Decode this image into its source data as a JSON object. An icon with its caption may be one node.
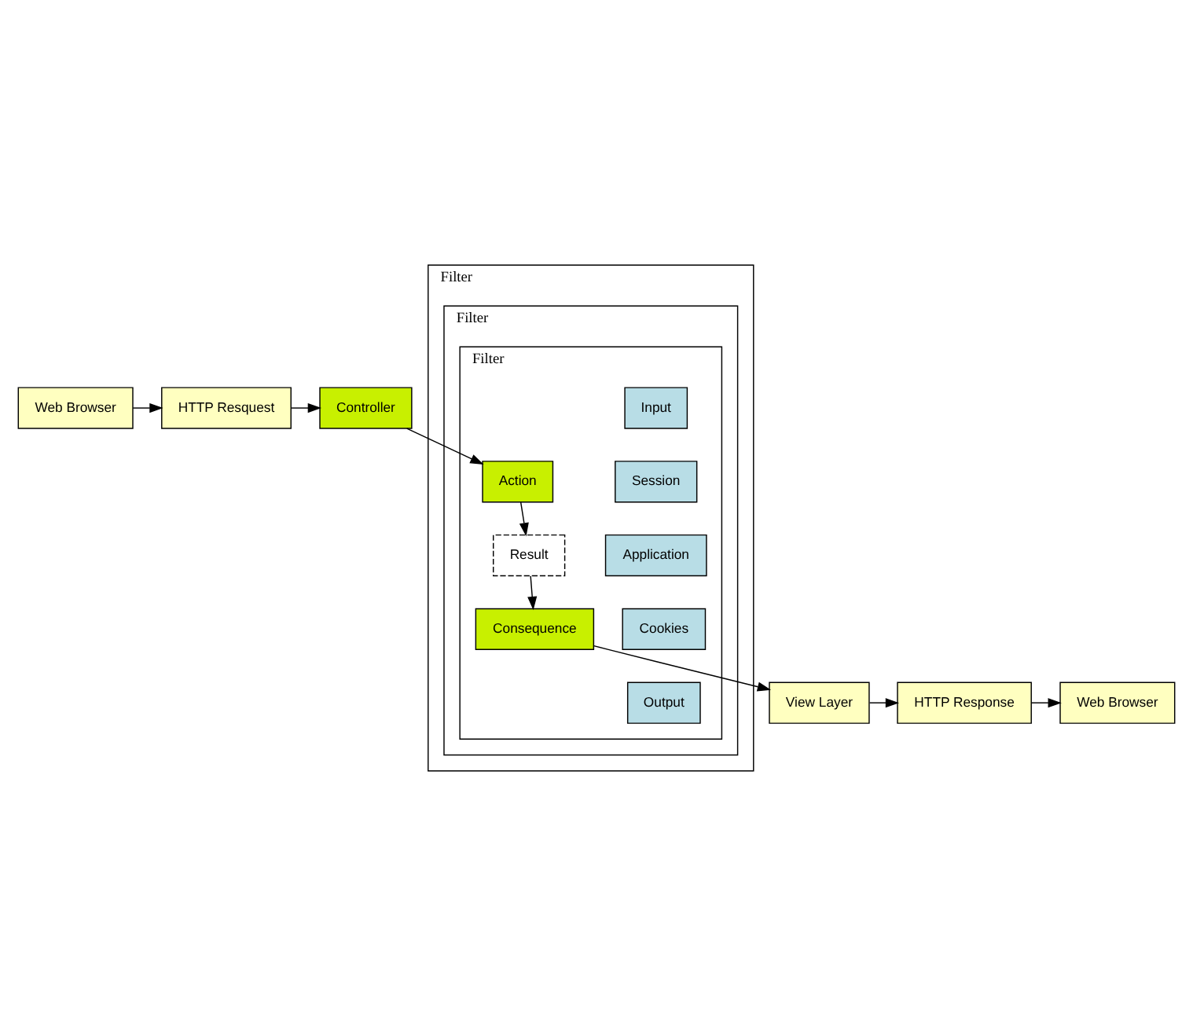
{
  "diagram": {
    "nodes": [
      {
        "text": [
          "Web Browser"
        ]
      },
      {
        "text": [
          "HTTP Resquest"
        ]
      },
      {
        "text": [
          "Controller"
        ]
      },
      {
        "text": [
          "Filter"
        ]
      },
      {
        "text": [
          "Filter"
        ],
        "in": 3
      },
      {
        "text": [
          "Filter"
        ],
        "in": 4
      },
      {
        "text": [
          "Input"
        ],
        "in": 5
      },
      {
        "text": [
          "Session"
        ],
        "in": 5
      },
      {
        "text": [
          "Application"
        ],
        "in": 5
      },
      {
        "text": [
          "Cookies"
        ],
        "in": 5
      },
      {
        "text": [
          "Output"
        ],
        "in": 5
      },
      {
        "text": [
          "Action"
        ],
        "in": 5
      },
      {
        "text": [
          "Result"
        ],
        "in": 5
      },
      {
        "text": [
          "Consequence"
        ],
        "in": 5
      },
      {
        "text": [
          "View Layer"
        ]
      },
      {
        "text": [
          "HTTP Response"
        ]
      },
      {
        "text": [
          "Web Browser"
        ]
      }
    ],
    "edges": [
      {
        "from": 0,
        "to": 1,
        "arrow": "to"
      },
      {
        "from": 1,
        "to": 2,
        "arrow": "to"
      },
      {
        "from": 2,
        "to": 11,
        "arrow": "to"
      },
      {
        "from": 11,
        "to": 12,
        "arrow": "to"
      },
      {
        "from": 12,
        "to": 13,
        "arrow": "to"
      },
      {
        "from": 13,
        "to": 14,
        "arrow": "to"
      },
      {
        "from": 14,
        "to": 15,
        "arrow": "to"
      },
      {
        "from": 15,
        "to": 16,
        "arrow": "to"
      }
    ]
  }
}
